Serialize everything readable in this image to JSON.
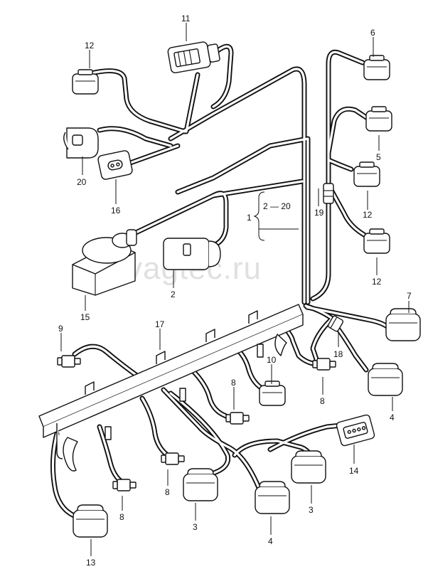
{
  "watermark": "vagtec.ru",
  "callouts": {
    "c1": "1",
    "c2": "2",
    "c2_20": "2 — 20",
    "c3a": "3",
    "c3b": "3",
    "c4a": "4",
    "c4b": "4",
    "c5": "5",
    "c6": "6",
    "c7": "7",
    "c8a": "8",
    "c8b": "8",
    "c8c": "8",
    "c8d": "8",
    "c9": "9",
    "c10": "10",
    "c11": "11",
    "c12a": "12",
    "c12b": "12",
    "c12c": "12",
    "c13": "13",
    "c14": "14",
    "c15": "15",
    "c16": "16",
    "c17": "17",
    "c18": "18",
    "c19": "19",
    "c20": "20"
  }
}
